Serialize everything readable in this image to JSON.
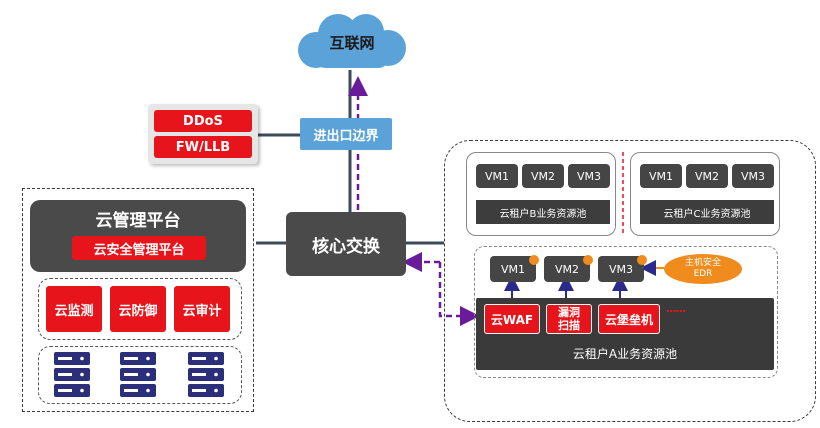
{
  "internet": {
    "label": "互联网"
  },
  "edge": {
    "label": "进出口边界"
  },
  "perimeter": {
    "ddos": "DDoS",
    "fwllb": "FW/LLB"
  },
  "core": {
    "label": "核心交换"
  },
  "mgmt": {
    "platform": "云管理平台",
    "security_platform": "云安全管理平台",
    "modules": [
      "云监测",
      "云防御",
      "云审计"
    ]
  },
  "tenant_b": {
    "vms": [
      "VM1",
      "VM2",
      "VM3"
    ],
    "pool": "云租户B业务资源池"
  },
  "tenant_c": {
    "vms": [
      "VM1",
      "VM2",
      "VM3"
    ],
    "pool": "云租户C业务资源池"
  },
  "tenant_a": {
    "vms": [
      "VM1",
      "VM2",
      "VM3"
    ],
    "edr_line1": "主机安全",
    "edr_line2": "EDR",
    "services": [
      "云WAF",
      "漏洞",
      "扫描",
      "云堡垒机"
    ],
    "ellipsis": "......",
    "pool": "云租户A业务资源池"
  },
  "colors": {
    "red": "#e8141b",
    "dark": "#3d3d3d",
    "purple": "#6a1b9a",
    "blue": "#5aa2d8",
    "orange": "#f08c1e",
    "navy": "#2b2f7a"
  }
}
